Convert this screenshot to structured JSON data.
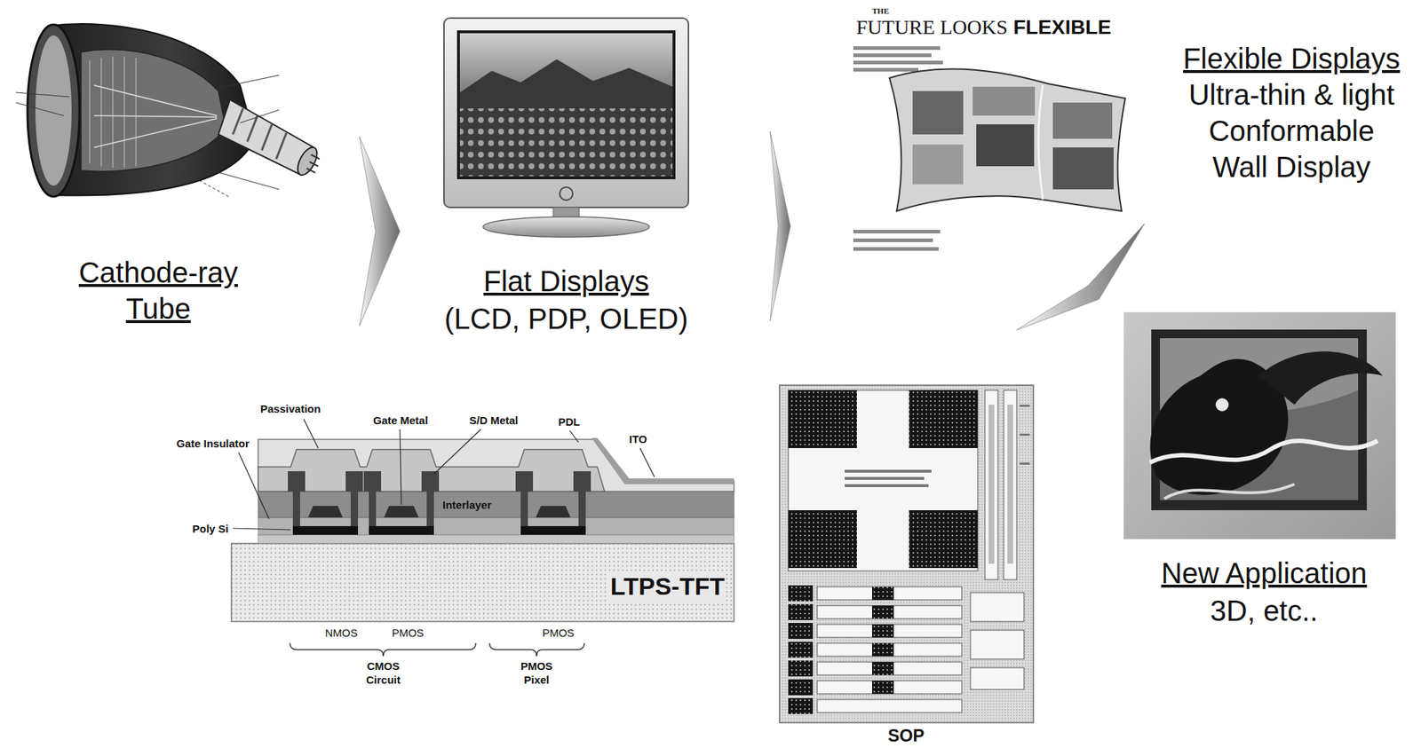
{
  "diagram": {
    "nodes": [
      {
        "text": [
          "Cathode-ray Tube"
        ]
      },
      {
        "text": [
          "Flat Displays",
          "(LCD, PDP, OLED)"
        ]
      },
      {
        "text": [
          "Flexible Displays",
          "Ultra-thin & light Conformable Wall Display"
        ]
      },
      {
        "text": [
          "New Application",
          "3D, etc.."
        ]
      }
    ],
    "edges": [
      {
        "from": 0,
        "to": 1,
        "arrow": "to"
      },
      {
        "from": 1,
        "to": 2,
        "arrow": "to"
      },
      {
        "from": 2,
        "to": 3,
        "arrow": "to"
      }
    ],
    "labels": [
      "THE",
      "FUTURE LOOKS",
      "FLEXIBLE",
      "Passivation",
      "Gate Metal",
      "S/D Metal",
      "Gate Insulator",
      "PDL",
      "ITO",
      "Interlayer",
      "Poly Si",
      "LTPS-TFT",
      "NMOS",
      "PMOS",
      "PMOS",
      "CMOS Circuit",
      "PMOS Pixel",
      "SOP"
    ]
  }
}
